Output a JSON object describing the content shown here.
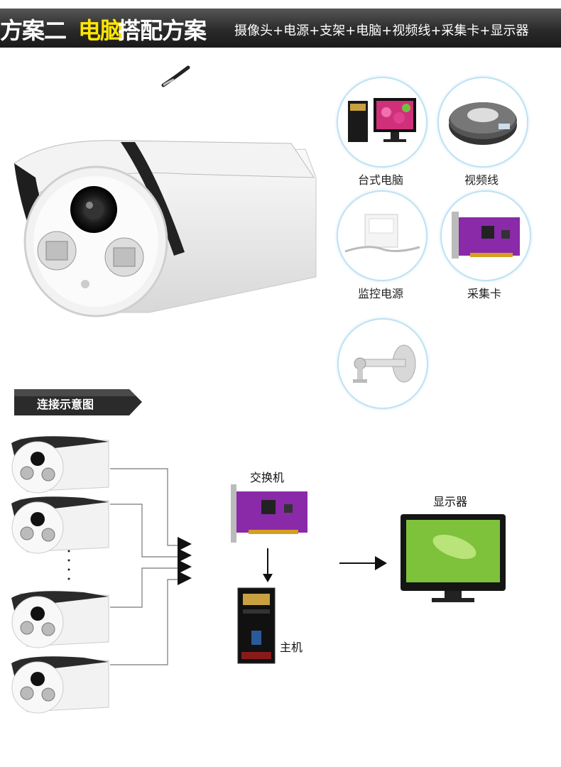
{
  "header": {
    "title_part1": "方案二",
    "title_highlight": "电脑",
    "title_part2": "搭配方案",
    "subtitle": "摄像头+电源+支架+电脑+视频线+采集卡+显示器"
  },
  "products": [
    {
      "label": "台式电脑",
      "icon": "desktop-computer-icon"
    },
    {
      "label": "视频线",
      "icon": "video-cable-icon"
    },
    {
      "label": "监控电源",
      "icon": "power-adapter-icon"
    },
    {
      "label": "采集卡",
      "icon": "capture-card-icon"
    },
    {
      "label": "",
      "icon": "camera-bracket-icon"
    }
  ],
  "diagram": {
    "section_title": "连接示意图",
    "switch_label": "交换机",
    "host_label": "主机",
    "monitor_label": "显示器"
  },
  "colors": {
    "header_bg": "#2a2a2a",
    "highlight": "#ffe600",
    "card_purple": "#8a2aa8",
    "circle_border": "#bfe2f4"
  }
}
